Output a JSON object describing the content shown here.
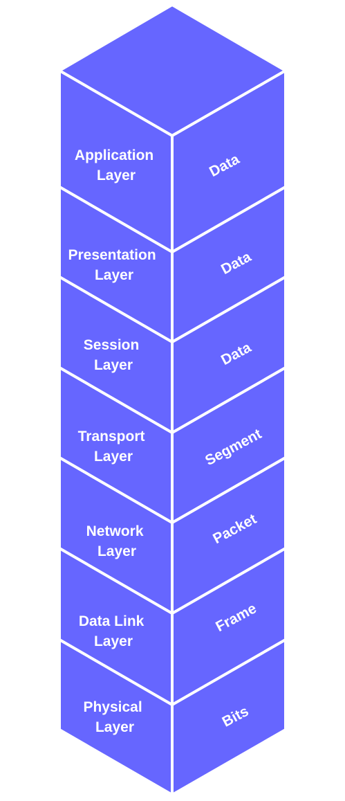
{
  "layers": [
    {
      "name_line1": "Application",
      "name_line2": "Layer",
      "pdu": "Data"
    },
    {
      "name_line1": "Presentation",
      "name_line2": "Layer",
      "pdu": "Data"
    },
    {
      "name_line1": "Session",
      "name_line2": "Layer",
      "pdu": "Data"
    },
    {
      "name_line1": "Transport",
      "name_line2": "Layer",
      "pdu": "Segment"
    },
    {
      "name_line1": "Network",
      "name_line2": "Layer",
      "pdu": "Packet"
    },
    {
      "name_line1": "Data Link",
      "name_line2": "Layer",
      "pdu": "Frame"
    },
    {
      "name_line1": "Physical",
      "name_line2": "Layer",
      "pdu": "Bits"
    }
  ],
  "colors": {
    "fill": "#6666ff",
    "stroke": "#ffffff",
    "text": "#ffffff"
  }
}
